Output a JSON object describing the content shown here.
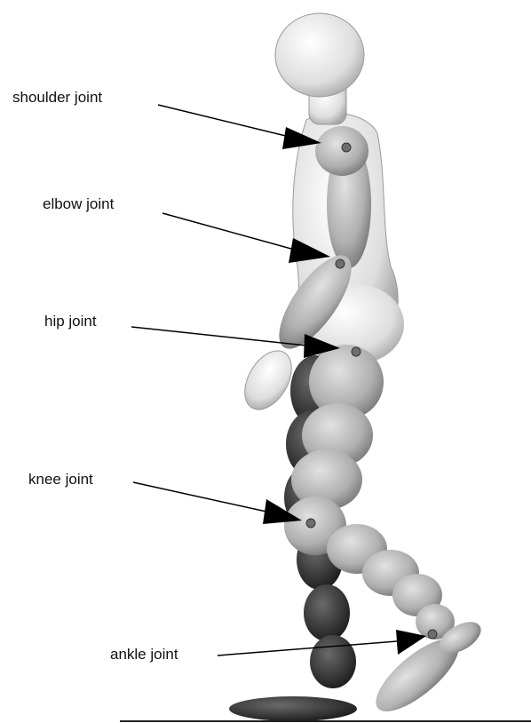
{
  "labels": {
    "shoulder": "shoulder joint",
    "elbow": "elbow joint",
    "hip": "hip joint",
    "knee": "knee joint",
    "ankle": "ankle joint"
  },
  "colors": {
    "background": "#ffffff",
    "body_light": "#e6e6e6",
    "body_mid": "#b4b4b4",
    "body_dark": "#3a3a3a",
    "joint_marker": "#6e6e6e",
    "arrow": "#000000"
  }
}
